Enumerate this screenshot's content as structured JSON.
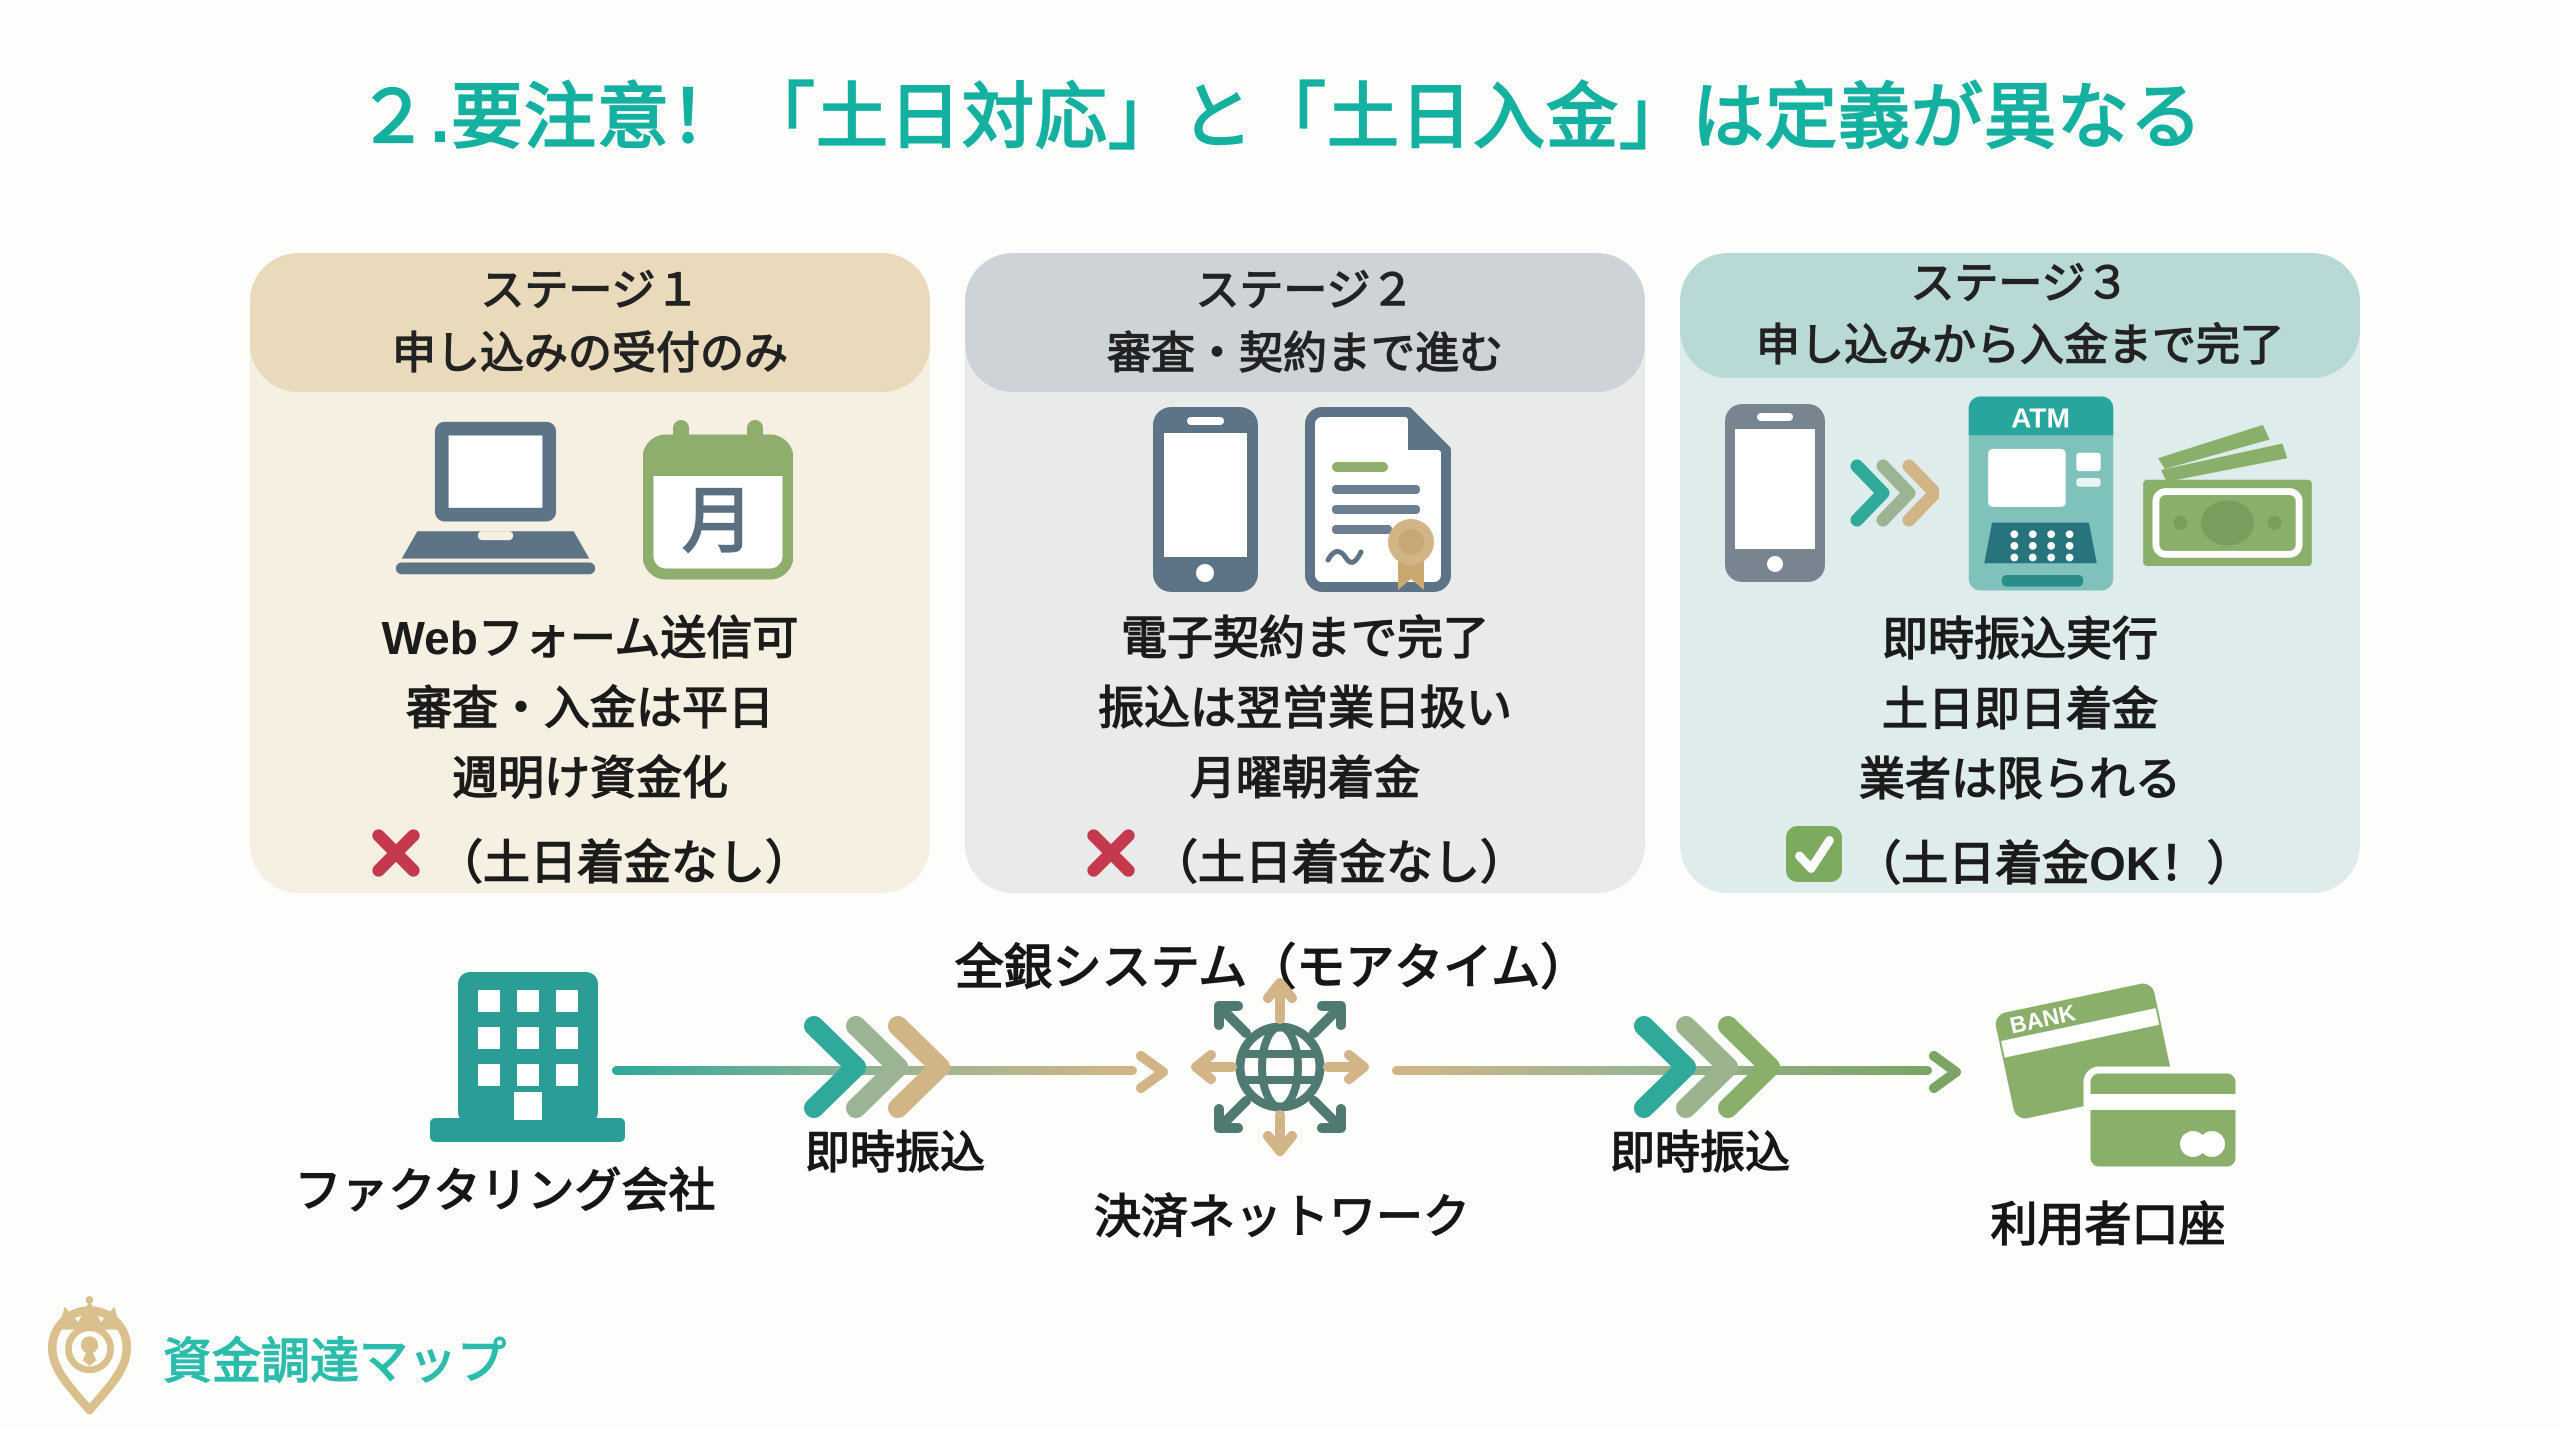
{
  "page": {
    "title": "２.要注意！「土日対応」と「土日入金」は定義が異なる"
  },
  "colors": {
    "accent_teal": "#14b1a1",
    "ng_red": "#c5394f",
    "ok_green": "#7cab5f",
    "tan": "#d2b586",
    "sage": "#9bb493",
    "bank_green": "#8aaf6b",
    "slate": "#5d7486"
  },
  "stages": [
    {
      "title_line1": "ステージ１",
      "title_line2": "申し込みの受付のみ",
      "features": [
        "Webフォーム送信可",
        "審査・入金は平日",
        "週明け資金化"
      ],
      "verdict": "（土日着金なし）",
      "verdict_ok": false,
      "calendar_char": "月"
    },
    {
      "title_line1": "ステージ２",
      "title_line2": "審査・契約まで進む",
      "features": [
        "電子契約まで完了",
        "振込は翌営業日扱い",
        "月曜朝着金"
      ],
      "verdict": "（土日着金なし）",
      "verdict_ok": false
    },
    {
      "title_line1": "ステージ３",
      "title_line2": "申し込みから入金まで完了",
      "features": [
        "即時振込実行",
        "土日即日着金",
        "業者は限られる"
      ],
      "verdict": "（土日着金OK！）",
      "verdict_ok": true,
      "atm_label": "ATM"
    }
  ],
  "flow": {
    "system_label": "全銀システム（モアタイム）",
    "factoring_company": "ファクタリング会社",
    "instant_transfer_left": "即時振込",
    "network": "決済ネットワーク",
    "instant_transfer_right": "即時振込",
    "user_account": "利用者口座",
    "bank_label": "BANK"
  },
  "logo": {
    "text": "資金調達マップ"
  }
}
